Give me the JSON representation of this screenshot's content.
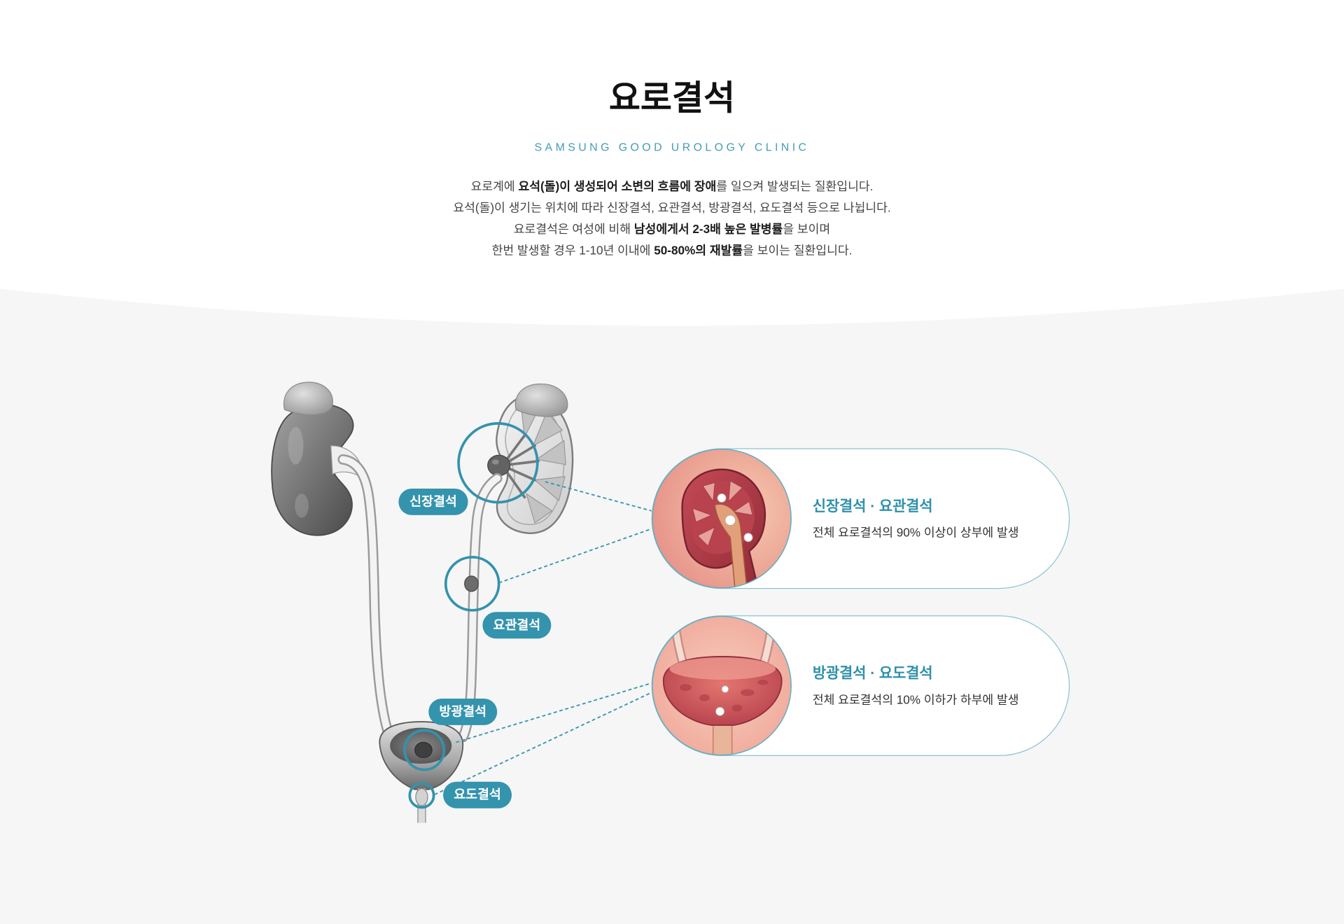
{
  "header": {
    "title": "요로결석",
    "subtitle": "SAMSUNG GOOD UROLOGY CLINIC"
  },
  "intro": {
    "line1": [
      "요로계에 ",
      "요석(돌)이 생성되어 소변의 흐름에 장애",
      "를  일으켜 발생되는 질환입니다."
    ],
    "line2": [
      "요석(돌)이 생기는 위치에 따라 신장결석, 요관결석, 방광결석, 요도결석 등으로 나뉩니다."
    ],
    "line3": [
      "요로결석은 여성에 비해 ",
      "남성에게서 2-3배 높은 발병률",
      "을 보이며"
    ],
    "line4": [
      "한번 발생할 경우 1-10년 이내에 ",
      "50-80%의 재발률",
      "을 보이는 질환입니다."
    ]
  },
  "diagram": {
    "labels": {
      "kidney": "신장결석",
      "ureter": "요관결석",
      "bladder": "방광결석",
      "urethra": "요도결석"
    },
    "cards": [
      {
        "title": "신장결석 · 요관결석",
        "desc": "전체 요로결석의 90% 이상이 상부에 발생"
      },
      {
        "title": "방광결석 · 요도결석",
        "desc": "전체 요로결석의 10% 이하가 하부에 발생"
      }
    ]
  },
  "colors": {
    "accent": "#3493ad",
    "subtitle": "#459cb6",
    "lower_background": "#f6f6f6",
    "card_border": "#8ac3d1"
  }
}
